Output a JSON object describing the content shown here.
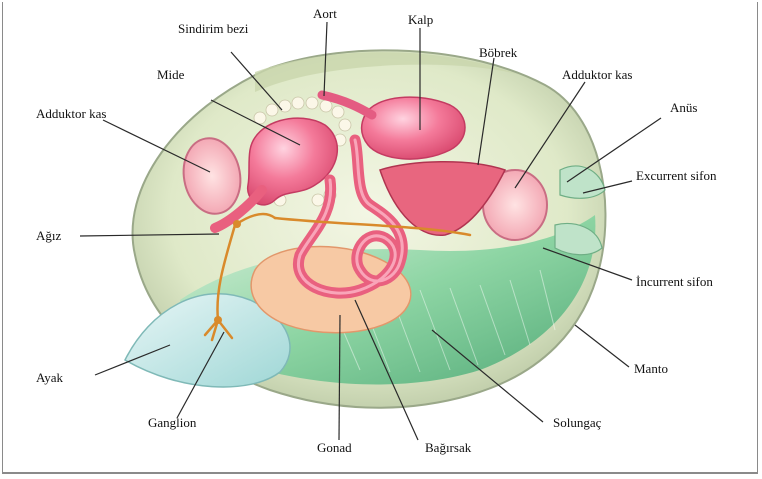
{
  "labels": {
    "aort": "Aort",
    "kalp": "Kalp",
    "sindirim_bezi": "Sindirim bezi",
    "bobrek": "Böbrek",
    "mide": "Mide",
    "adduktor_kas_right": "Adduktor kas",
    "adduktor_kas_left": "Adduktor kas",
    "anus": "Anüs",
    "excurrent_sifon": "Excurrent sifon",
    "agiz": "Ağız",
    "incurrent_sifon": "İncurrent sifon",
    "manto": "Manto",
    "ayak": "Ayak",
    "ganglion": "Ganglion",
    "solungac": "Solungaç",
    "gonad": "Gonad",
    "bagirsak": "Bağırsak"
  },
  "colors": {
    "shell": "#dfe9c8",
    "mantle_green": "#7fcf9a",
    "organ_pink": "#f06a8c",
    "nerve_orange": "#d98a2b",
    "leader_line": "#2a2a2a"
  }
}
